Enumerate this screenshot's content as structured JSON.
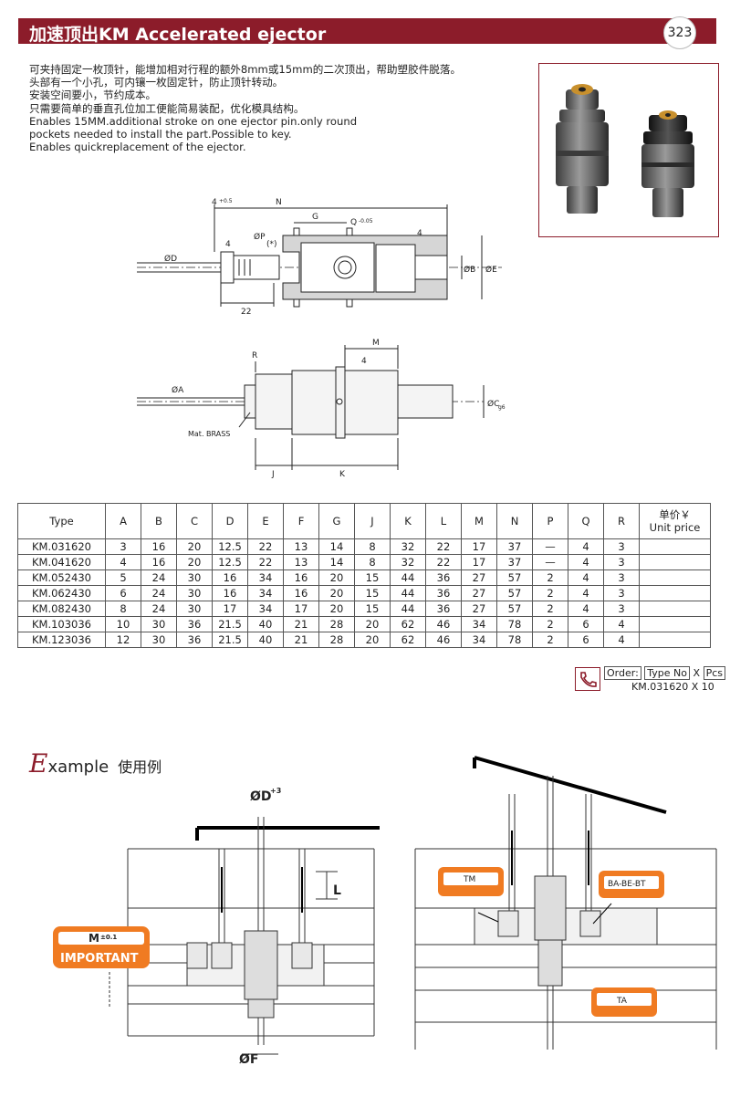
{
  "header": {
    "title": "加速顶出KM Accelerated ejector",
    "page_number": "323"
  },
  "description": {
    "lines": [
      "可夹持固定一枚顶针，能增加相对行程的额外8mm或15mm的二次顶出，帮助塑胶件脱落。",
      "头部有一个小孔，可内镶一枚固定针，防止顶针转动。",
      "安装空间要小，节约成本。",
      "只需要简单的垂直孔位加工便能简易装配，优化模具结构。",
      "Enables 15MM.additional stroke on one ejector pin.only round",
      "pockets needed to install the part.Possible to key.",
      "Enables quickreplacement of the ejector."
    ]
  },
  "drawing_top": {
    "labels": {
      "n": "N",
      "g": "G",
      "q": "Q",
      "q_tol": "-0.05",
      "four": "4",
      "four_tol": "+0.5",
      "d": "ØD",
      "p": "ØP",
      "star": "(*)",
      "b": "ØB",
      "e": "ØE",
      "dim22": "22",
      "four_b": "4"
    }
  },
  "drawing_bottom": {
    "labels": {
      "r": "R",
      "m": "M",
      "four": "4",
      "a": "ØA",
      "mat": "Mat. BRASS",
      "c": "ØC",
      "c_tol": "g6",
      "j": "J",
      "k": "K"
    }
  },
  "table": {
    "headers": [
      "Type",
      "A",
      "B",
      "C",
      "D",
      "E",
      "F",
      "G",
      "J",
      "K",
      "L",
      "M",
      "N",
      "P",
      "Q",
      "R"
    ],
    "price_header_line1": "单价￥",
    "price_header_line2": "Unit price",
    "rows": [
      [
        "KM.031620",
        "3",
        "16",
        "20",
        "12.5",
        "22",
        "13",
        "14",
        "8",
        "32",
        "22",
        "17",
        "37",
        "—",
        "4",
        "3",
        ""
      ],
      [
        "KM.041620",
        "4",
        "16",
        "20",
        "12.5",
        "22",
        "13",
        "14",
        "8",
        "32",
        "22",
        "17",
        "37",
        "—",
        "4",
        "3",
        ""
      ],
      [
        "KM.052430",
        "5",
        "24",
        "30",
        "16",
        "34",
        "16",
        "20",
        "15",
        "44",
        "36",
        "27",
        "57",
        "2",
        "4",
        "3",
        ""
      ],
      [
        "KM.062430",
        "6",
        "24",
        "30",
        "16",
        "34",
        "16",
        "20",
        "15",
        "44",
        "36",
        "27",
        "57",
        "2",
        "4",
        "3",
        ""
      ],
      [
        "KM.082430",
        "8",
        "24",
        "30",
        "17",
        "34",
        "17",
        "20",
        "15",
        "44",
        "36",
        "27",
        "57",
        "2",
        "4",
        "3",
        ""
      ],
      [
        "KM.103036",
        "10",
        "30",
        "36",
        "21.5",
        "40",
        "21",
        "28",
        "20",
        "62",
        "46",
        "34",
        "78",
        "2",
        "6",
        "4",
        ""
      ],
      [
        "KM.123036",
        "12",
        "30",
        "36",
        "21.5",
        "40",
        "21",
        "28",
        "20",
        "62",
        "46",
        "34",
        "78",
        "2",
        "6",
        "4",
        ""
      ]
    ]
  },
  "order": {
    "label": "Order:",
    "type_no": "Type No",
    "x": "X",
    "pcs": "Pcs",
    "example": "KM.031620  X  10"
  },
  "example": {
    "title_initial": "E",
    "title_rest": "xample",
    "title_cn": "使用例",
    "left": {
      "d_label": "ØD",
      "d_tol": "+3",
      "l_label": "L",
      "m_label": "M",
      "m_tol": "±0.1",
      "important": "IMPORTANT",
      "f_label": "ØF"
    },
    "right": {
      "tm": "TM",
      "ba_be_bt": "BA-BE-BT",
      "ta": "TA"
    }
  },
  "colors": {
    "brand": "#8c1c2a",
    "tag_orange": "#f07b22"
  }
}
